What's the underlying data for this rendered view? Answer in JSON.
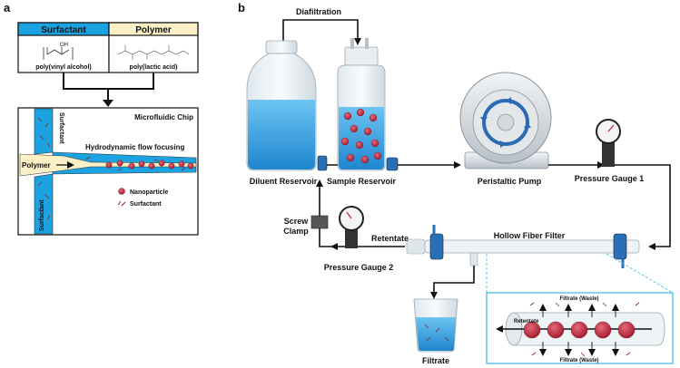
{
  "panel_a": {
    "letter": "a",
    "surfactant_header": "Surfactant",
    "polymer_header": "Polymer",
    "pva_oh": "OH",
    "pva_name": "poly(vinyl alcohol)",
    "pla_name": "poly(lactic acid)",
    "chip_title": "Microfluidic Chip",
    "surfactant_top": "Surfactant",
    "surfactant_bottom": "Surfactant",
    "polymer_inlet": "Polymer",
    "flow_label": "Hydrodynamic flow focusing",
    "legend_nanoparticle": "Nanoparticle",
    "legend_surfactant": "Surfactant"
  },
  "panel_b": {
    "letter": "b",
    "diafiltration": "Diafiltration",
    "diluent_reservoir": "Diluent Reservoir",
    "sample_reservoir": "Sample Reservoir",
    "peristaltic_pump": "Peristaltic Pump",
    "pressure_gauge_1": "Pressure Gauge 1",
    "screw_clamp_1": "Screw",
    "screw_clamp_2": "Clamp",
    "retentate": "Retentate",
    "hollow_fiber_filter": "Hollow Fiber Filter",
    "pressure_gauge_2": "Pressure Gauge 2",
    "filtrate": "Filtrate",
    "inset_filtrate_top": "Filtrate (Waste)",
    "inset_retentate": "Retentate",
    "inset_filtrate_bottom": "Filtrate (Waste)"
  },
  "colors": {
    "surfactant_blue": "#1aa3e0",
    "polymer_cream": "#fbf0c6",
    "nanoparticle_red": "#c0263c",
    "liquid_blue": "#3aa3e3",
    "inset_border": "#3fb4e6"
  }
}
